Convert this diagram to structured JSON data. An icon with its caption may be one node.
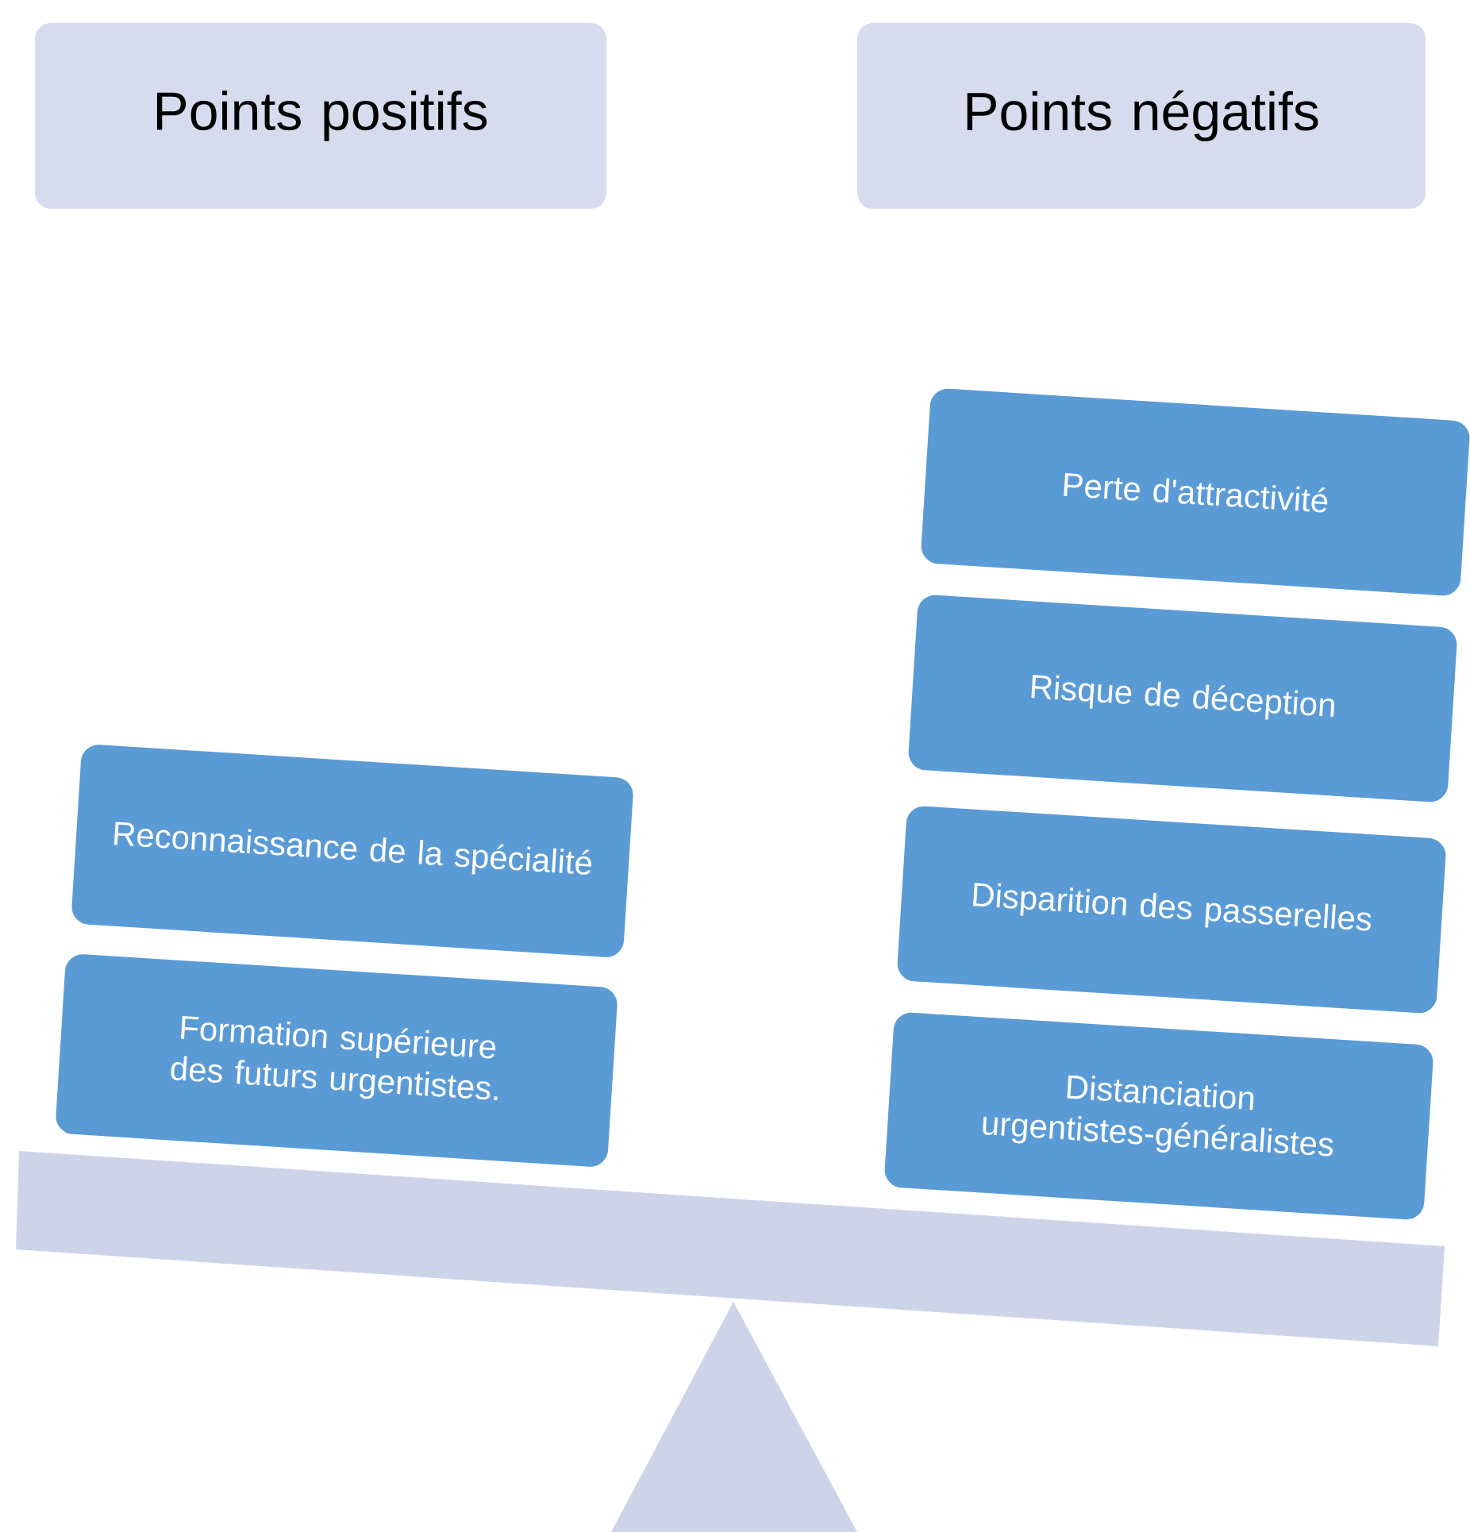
{
  "diagram": {
    "nodes": [
      {
        "text": [
          "Points positifs"
        ]
      },
      {
        "text": [
          "Points négatifs"
        ]
      },
      {
        "text": [
          "Perte d'attractivité"
        ]
      },
      {
        "text": [
          "Risque de déception"
        ]
      },
      {
        "text": [
          "Reconnaissance de la spécialité"
        ]
      },
      {
        "text": [
          "Disparition des passerelles"
        ]
      },
      {
        "text": [
          "Formation supérieure des futurs urgentistes."
        ]
      },
      {
        "text": [
          "Distanciation urgentistes-généralistes"
        ]
      }
    ]
  }
}
